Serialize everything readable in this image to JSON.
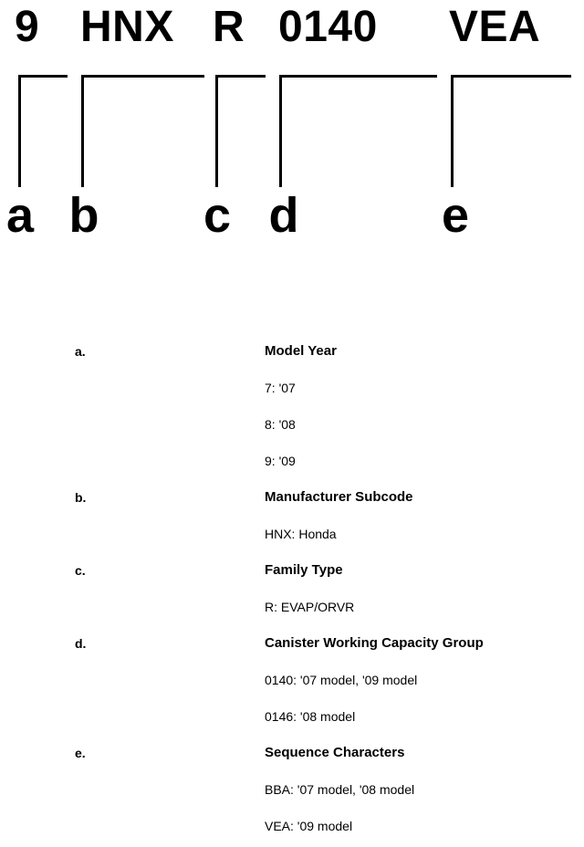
{
  "diagram": {
    "code_segments": [
      {
        "text": "9",
        "key": "a"
      },
      {
        "text": "HNX",
        "key": "b"
      },
      {
        "text": "R",
        "key": "c"
      },
      {
        "text": "0140",
        "key": "d"
      },
      {
        "text": "VEA",
        "key": "e"
      }
    ],
    "key_letters": [
      "a",
      "b",
      "c",
      "d",
      "e"
    ]
  },
  "legend": [
    {
      "key": "a.",
      "title": "Model Year",
      "values": [
        "7: '07",
        "8: '08",
        "9: '09"
      ]
    },
    {
      "key": "b.",
      "title": "Manufacturer Subcode",
      "values": [
        "HNX: Honda"
      ]
    },
    {
      "key": "c.",
      "title": "Family Type",
      "values": [
        "R: EVAP/ORVR"
      ]
    },
    {
      "key": "d.",
      "title": "Canister Working Capacity Group",
      "values": [
        "0140: '07 model, '09 model",
        "0146: '08 model"
      ]
    },
    {
      "key": "e.",
      "title": "Sequence Characters",
      "values": [
        "BBA: '07 model, '08 model",
        "VEA: '09 model"
      ]
    }
  ],
  "colors": {
    "ink": "#000000",
    "background": "#ffffff"
  }
}
